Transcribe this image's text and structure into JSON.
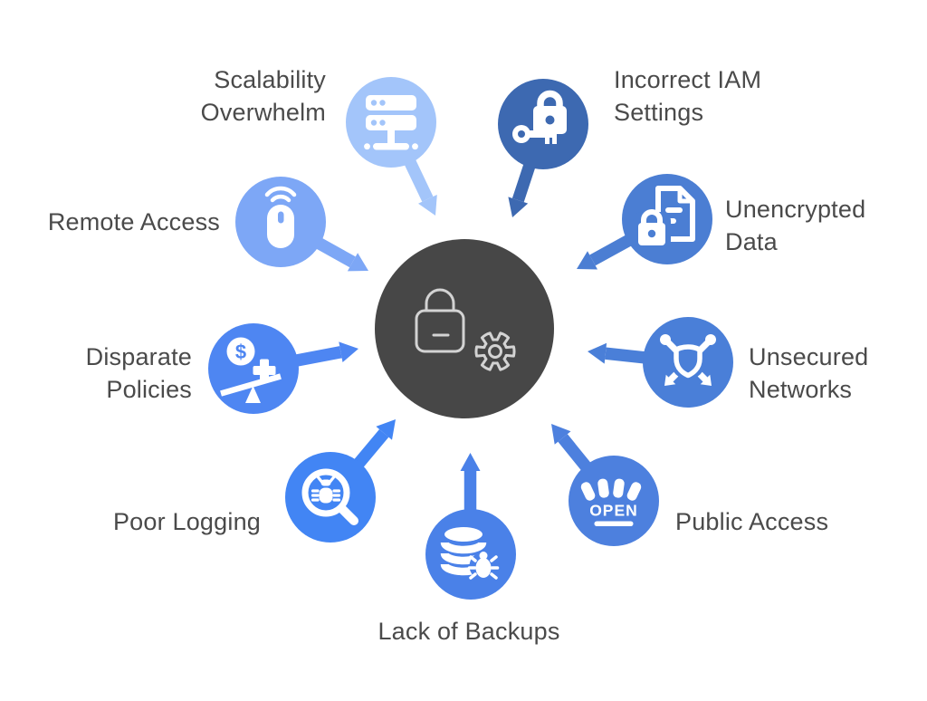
{
  "title": "Cloud security risks radial diagram",
  "center": {
    "icon": "lock-gear-icon",
    "color": "#474747",
    "icon_color": "#d3d3d3"
  },
  "items": [
    {
      "id": "scalability-overwhelm",
      "label": "Scalability Overwhelm",
      "color": "#a3c5fa",
      "icon": "server-icon"
    },
    {
      "id": "incorrect-iam-settings",
      "label": "Incorrect IAM Settings",
      "color": "#3d69b1",
      "icon": "lock-key-icon"
    },
    {
      "id": "unencrypted-data",
      "label": "Unencrypted Data",
      "color": "#4b7ed3",
      "icon": "document-lock-icon"
    },
    {
      "id": "unsecured-networks",
      "label": "Unsecured Networks",
      "color": "#4a7fd8",
      "icon": "network-shield-icon"
    },
    {
      "id": "public-access",
      "label": "Public Access",
      "color": "#4d80de",
      "icon": "open-store-icon",
      "sign_text": "OPEN"
    },
    {
      "id": "lack-of-backups",
      "label": "Lack of Backups",
      "color": "#4a81e8",
      "icon": "database-bug-icon"
    },
    {
      "id": "poor-logging",
      "label": "Poor Logging",
      "color": "#4285f4",
      "icon": "bug-magnifier-icon"
    },
    {
      "id": "disparate-policies",
      "label": "Disparate Policies",
      "color": "#4e86f2",
      "icon": "cost-balance-icon",
      "coin_symbol": "$"
    },
    {
      "id": "remote-access",
      "label": "Remote Access",
      "color": "#7da7f6",
      "icon": "wireless-mouse-icon"
    }
  ]
}
